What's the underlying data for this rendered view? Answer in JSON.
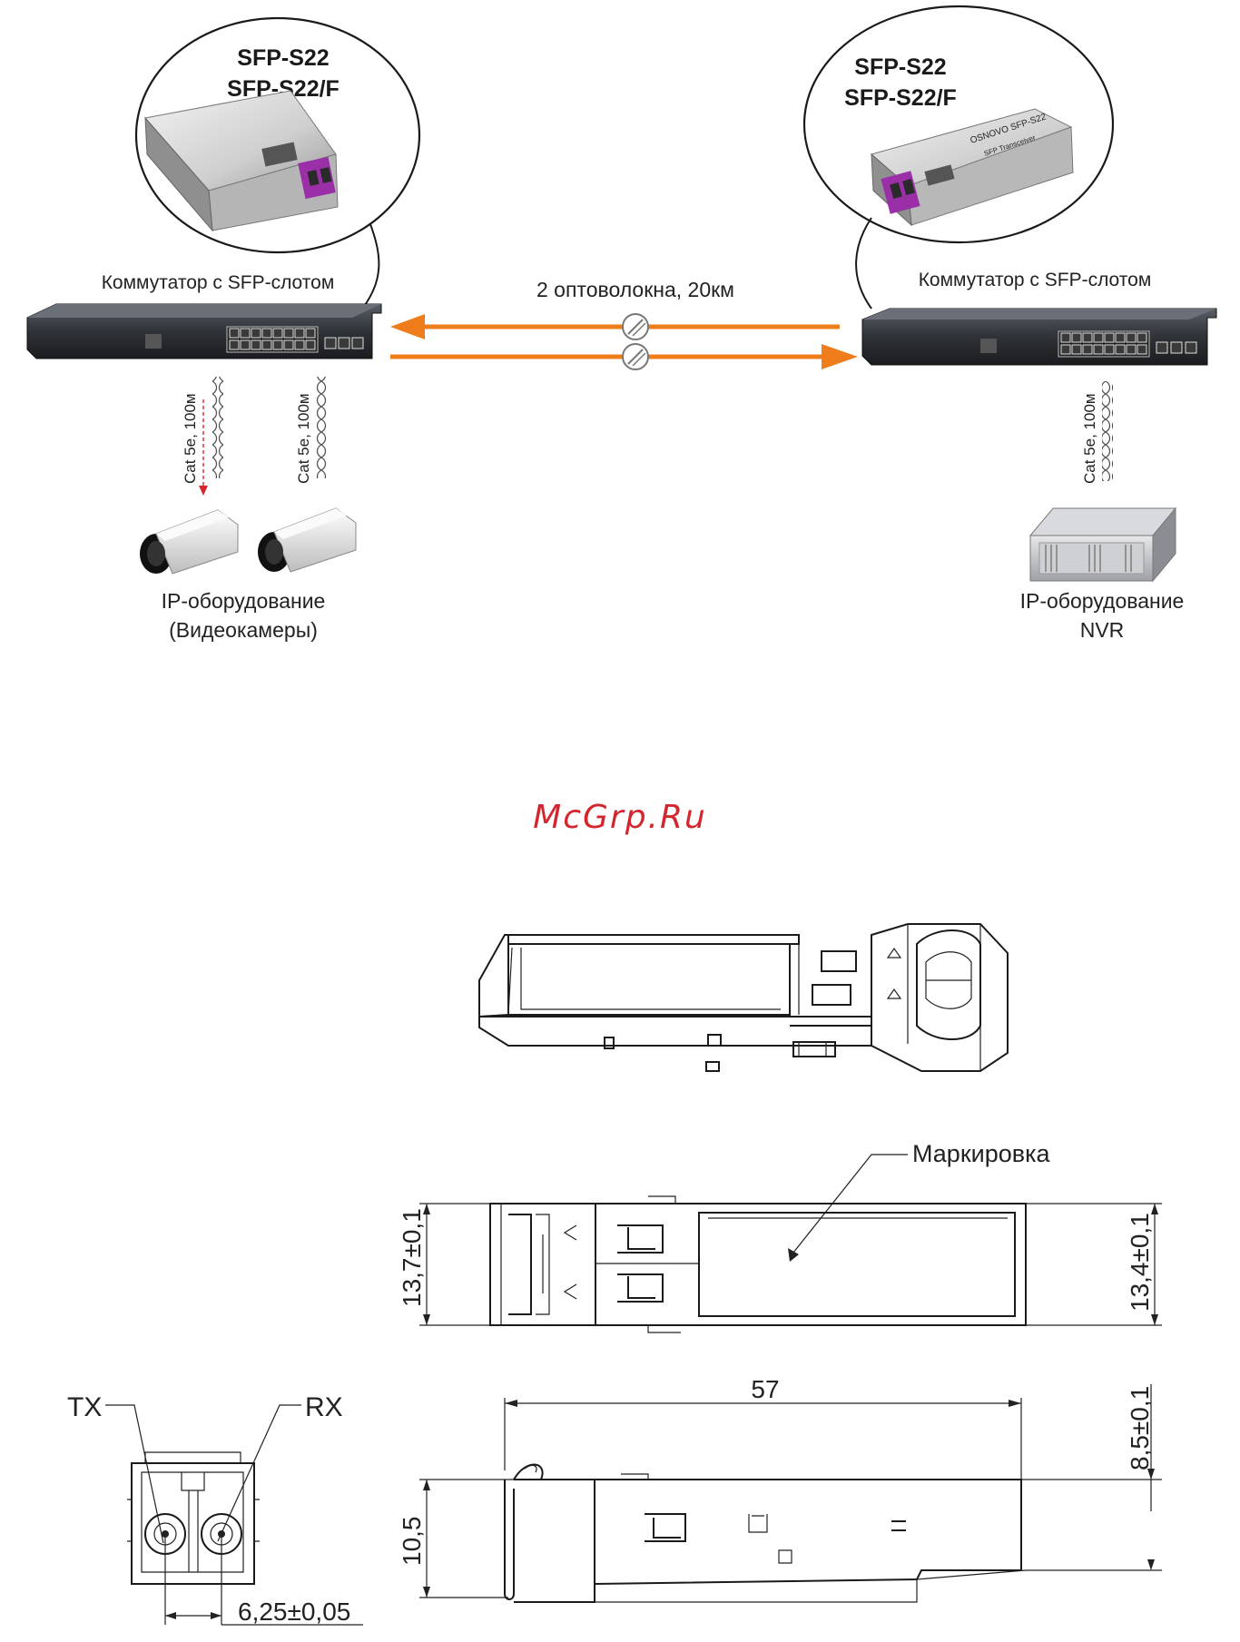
{
  "top": {
    "left_module": {
      "line1": "SFP-S22",
      "line2": "SFP-S22/F"
    },
    "right_module": {
      "line1": "SFP-S22",
      "line2": "SFP-S22/F",
      "brand": "OSNOVO SFP-S22",
      "sub": "SFP Transceiver"
    },
    "left_switch_label": "Коммутатор с SFP-слотом",
    "right_switch_label": "Коммутатор с SFP-слотом",
    "fiber_label": "2 оптоволокна, 20км",
    "cable_label": "Cat 5e, 100м",
    "left_equipment": {
      "line1": "IP-оборудование",
      "line2": "(Видеокамеры)"
    },
    "right_equipment": {
      "line1": "IP-оборудование",
      "line2": "NVR"
    }
  },
  "watermark": "McGrp.Ru",
  "drawing": {
    "marking_label": "Маркировка",
    "dim_left_height": "13,7±0,1",
    "dim_right_height": "13,4±0,1",
    "dim_length": "57",
    "dim_height_side": "10,5",
    "dim_height_top": "8,5±0,1",
    "dim_pitch": "6,25±0,05",
    "tx_label": "TX",
    "rx_label": "RX"
  },
  "colors": {
    "fiber_arrow": "#f07d1b",
    "watermark": "#d4262f",
    "connector_purple": "#9b2fa8"
  }
}
